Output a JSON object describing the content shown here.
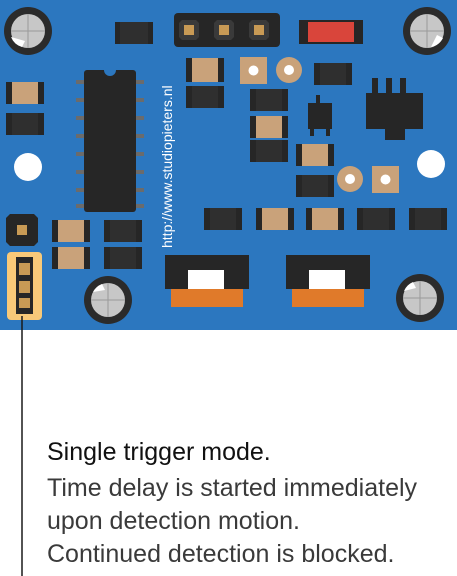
{
  "board": {
    "silkscreen_url": "http://www.studiopieters.nl",
    "pcb_color": "#2c77bf",
    "highlight_color": "#f8c979"
  },
  "caption": {
    "title": "Single trigger mode.",
    "lines": [
      "Time delay is started immediately",
      "upon detection motion.",
      "Continued detection is blocked."
    ]
  }
}
